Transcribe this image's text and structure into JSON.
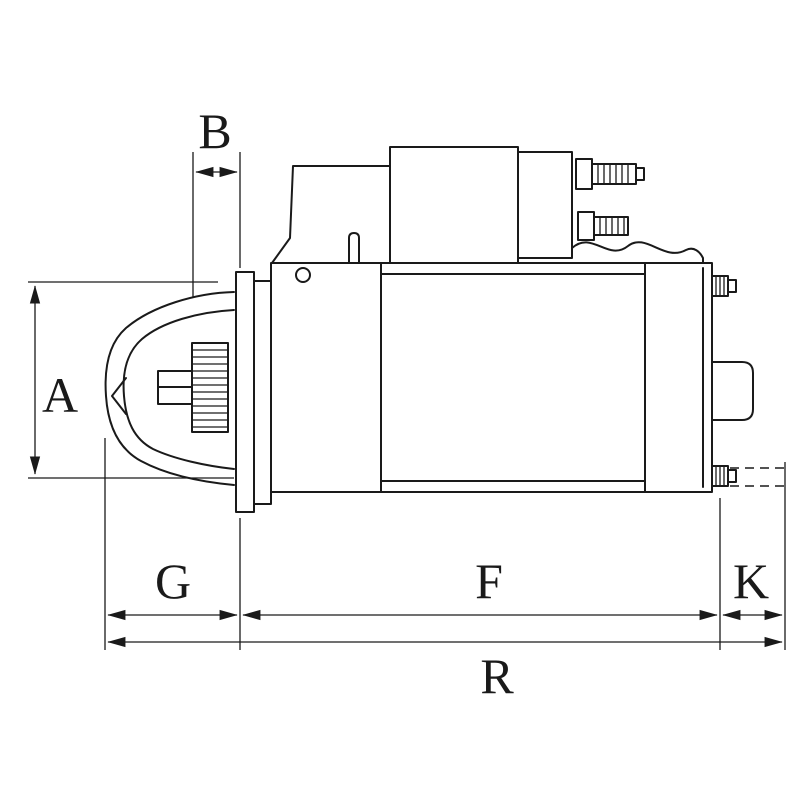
{
  "page": {
    "background": "#ffffff",
    "line_color": "#1a1a1a"
  },
  "drawing": {
    "type": "technical-dimension-diagram",
    "subject": "starter-motor-side-view",
    "labels": {
      "A": "A",
      "B": "B",
      "G": "G",
      "F": "F",
      "K": "K",
      "R": "R"
    }
  }
}
